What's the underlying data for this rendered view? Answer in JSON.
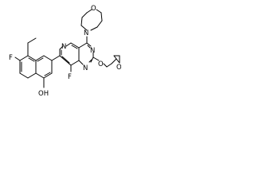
{
  "molecule": {
    "atoms": {
      "f1": "F",
      "oh": "OH",
      "f2": "F",
      "n_pyr": "N",
      "n_morph": "N",
      "o_morph": "O",
      "n_q1": "N",
      "n_q2": "N",
      "o_ether": "O",
      "o_epox": "O"
    }
  }
}
